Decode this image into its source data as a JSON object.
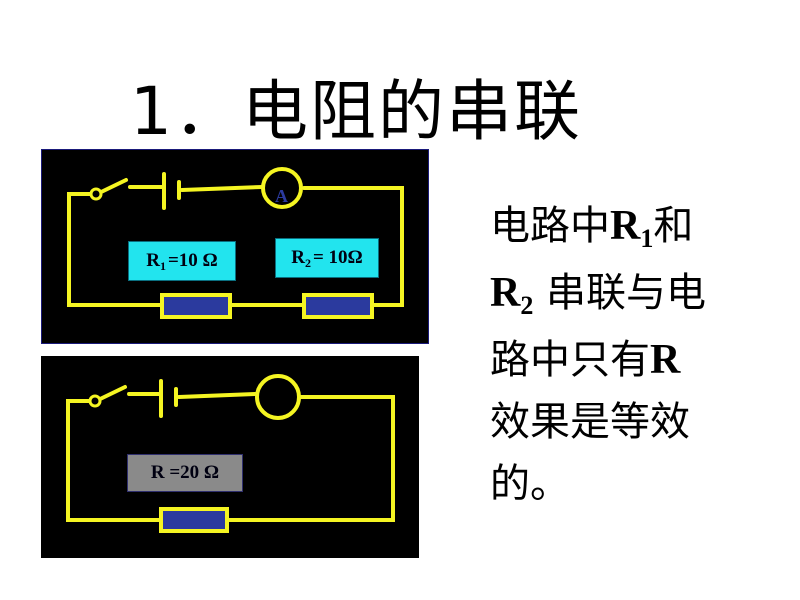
{
  "slide": {
    "title": "1．电阻的串联"
  },
  "circuit_top": {
    "ammeter_label": "A",
    "r1_label": {
      "name": "R",
      "sub": "1",
      "value": "=10 Ω"
    },
    "r2_label": {
      "name": "R",
      "sub": "2",
      "value": "= 10Ω"
    }
  },
  "circuit_bottom": {
    "r_label": "R =20 Ω"
  },
  "description": {
    "line1_pre": "电路中",
    "line1_R": "R",
    "line1_sub": "1",
    "line1_post": "和",
    "line2_R": "R",
    "line2_sub": "2",
    "line2_post": " 串联与电",
    "line3_pre": "路中只有",
    "line3_R": "R",
    "line4": "效果是等效",
    "line5": "的。"
  },
  "colors": {
    "wire": "#f5f522",
    "resistor": "#2b3a9e",
    "label_cyan": "#22e4ee",
    "label_gray": "#8a8a8a",
    "background_panel": "#000000"
  }
}
